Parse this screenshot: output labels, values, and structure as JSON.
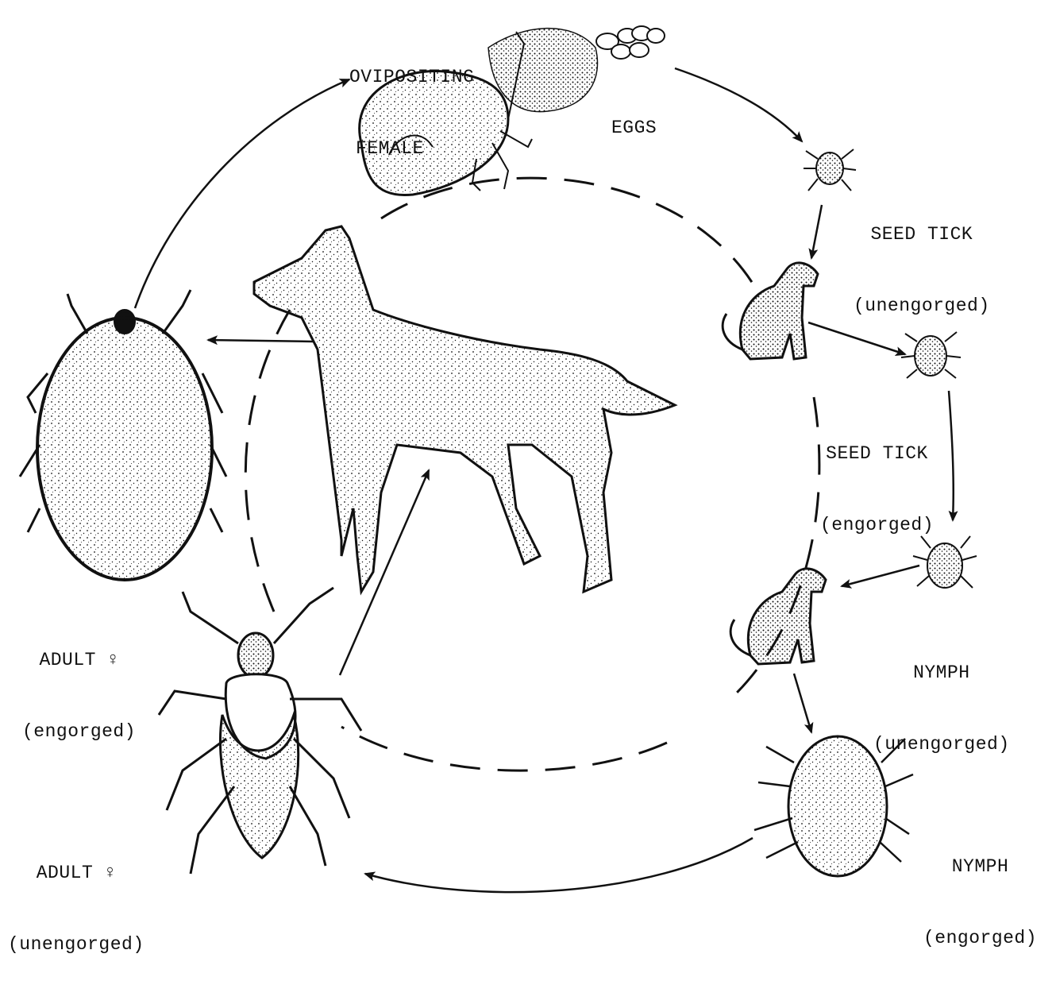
{
  "labels": {
    "ovipositing_female": {
      "line1": "OVIPOSITING",
      "line2": "FEMALE"
    },
    "eggs": "EGGS",
    "seed_tick_unengorged": {
      "line1": "SEED TICK",
      "line2": "(unengorged)"
    },
    "seed_tick_engorged": {
      "line1": "SEED TICK",
      "line2": "(engorged)"
    },
    "nymph_unengorged": {
      "line1": "NYMPH",
      "line2": "(unengorged)"
    },
    "nymph_engorged": {
      "line1": "NYMPH",
      "line2": "(engorged)"
    },
    "adult_female_unengorged": {
      "line1": "ADULT ♀",
      "line2": "(unengorged)"
    },
    "adult_female_engorged": {
      "line1": "ADULT ♀",
      "line2": "(engorged)"
    }
  },
  "colors": {
    "ink": "#111111",
    "paper": "#ffffff"
  }
}
